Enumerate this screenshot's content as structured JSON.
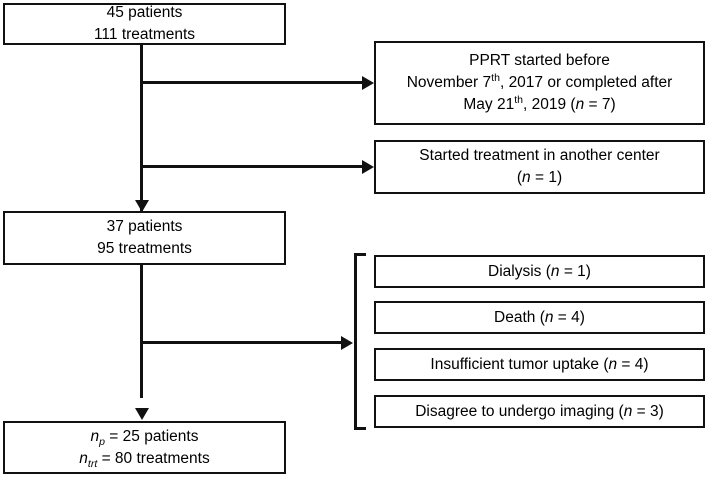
{
  "figure": {
    "type": "flowchart",
    "title": "Patient and treatment inclusion flowchart",
    "colors": {
      "stroke": "#111111",
      "background": "#ffffff",
      "text": "#000000"
    }
  },
  "nodes": {
    "enrolled": {
      "line1": "45 patients",
      "line2": "111 treatments"
    },
    "exclusion_timing": {
      "line1": "PPRT started before",
      "line2_a": "November 7",
      "line2_sup": "th",
      "line2_b": ", 2017 or completed after",
      "line3_a": "May 21",
      "line3_sup": "th",
      "line3_b": ", 2019 (",
      "line3_n": "n",
      "line3_c": " = 7)"
    },
    "exclusion_center": {
      "line1": "Started treatment in another center",
      "line2_open": "(",
      "line2_n": "n",
      "line2_close": " = 1)"
    },
    "remaining": {
      "line1": "37 patients",
      "line2": "95 treatments"
    },
    "exclusion_dialysis": {
      "label": "Dialysis (",
      "n": "n",
      "value": " = 1)"
    },
    "exclusion_death": {
      "label": "Death (",
      "n": "n",
      "value": " = 4)"
    },
    "exclusion_uptake": {
      "label": "Insufficient tumor uptake (",
      "n": "n",
      "value": " = 4)"
    },
    "exclusion_imaging": {
      "label": "Disagree to undergo imaging (",
      "n": "n",
      "value": " = 3)"
    },
    "final": {
      "line1_n": "n",
      "line1_sub": "p",
      "line1_rest": " = 25 patients",
      "line2_n": "n",
      "line2_sub": "trt",
      "line2_rest": " = 80 treatments"
    }
  }
}
